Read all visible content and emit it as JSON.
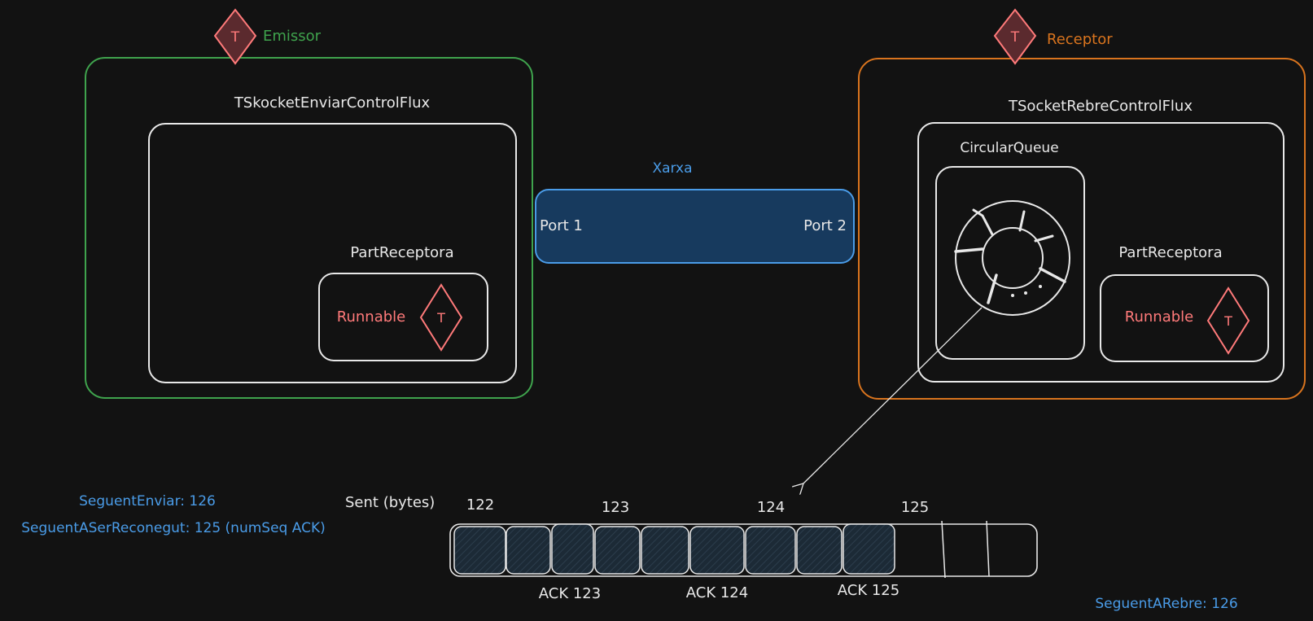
{
  "colors": {
    "background": "#121212",
    "emissor": "#3fa34d",
    "receptor": "#d9741e",
    "network_fill": "#173a5e",
    "network_stroke": "#4a9ce8",
    "thread_fill": "#5b2a2e",
    "thread_stroke": "#ff7a7a",
    "text": "#e8e8e8",
    "info_text": "#4a9ce8",
    "packet_fill": "#1c2a36"
  },
  "emissor": {
    "label": "Emissor",
    "thread_icon": "T",
    "socket_label": "TSkocketEnviarControlFlux",
    "part_label": "PartReceptora",
    "runnable_label": "Runnable",
    "runnable_icon": "T"
  },
  "receptor": {
    "label": "Receptor",
    "thread_icon": "T",
    "socket_label": "TSocketRebreControlFlux",
    "queue_label": "CircularQueue",
    "queue_icon": "circular-queue-icon",
    "part_label": "PartReceptora",
    "runnable_label": "Runnable",
    "runnable_icon": "T"
  },
  "network": {
    "label": "Xarxa",
    "port1": "Port 1",
    "port2": "Port 2"
  },
  "buffer": {
    "label": "Sent (bytes)",
    "seq_labels": [
      "122",
      "123",
      "124",
      "125"
    ],
    "ack_labels": [
      "ACK 123",
      "ACK 124",
      "ACK 125"
    ],
    "filled_slots": 9,
    "empty_slots": 3
  },
  "status": {
    "seguent_enviar": "SeguentEnviar: 126",
    "seguent_reconegut": "SeguentASerReconegut: 125 (numSeq ACK)",
    "seguent_rebre": "SeguentARebre: 126"
  }
}
